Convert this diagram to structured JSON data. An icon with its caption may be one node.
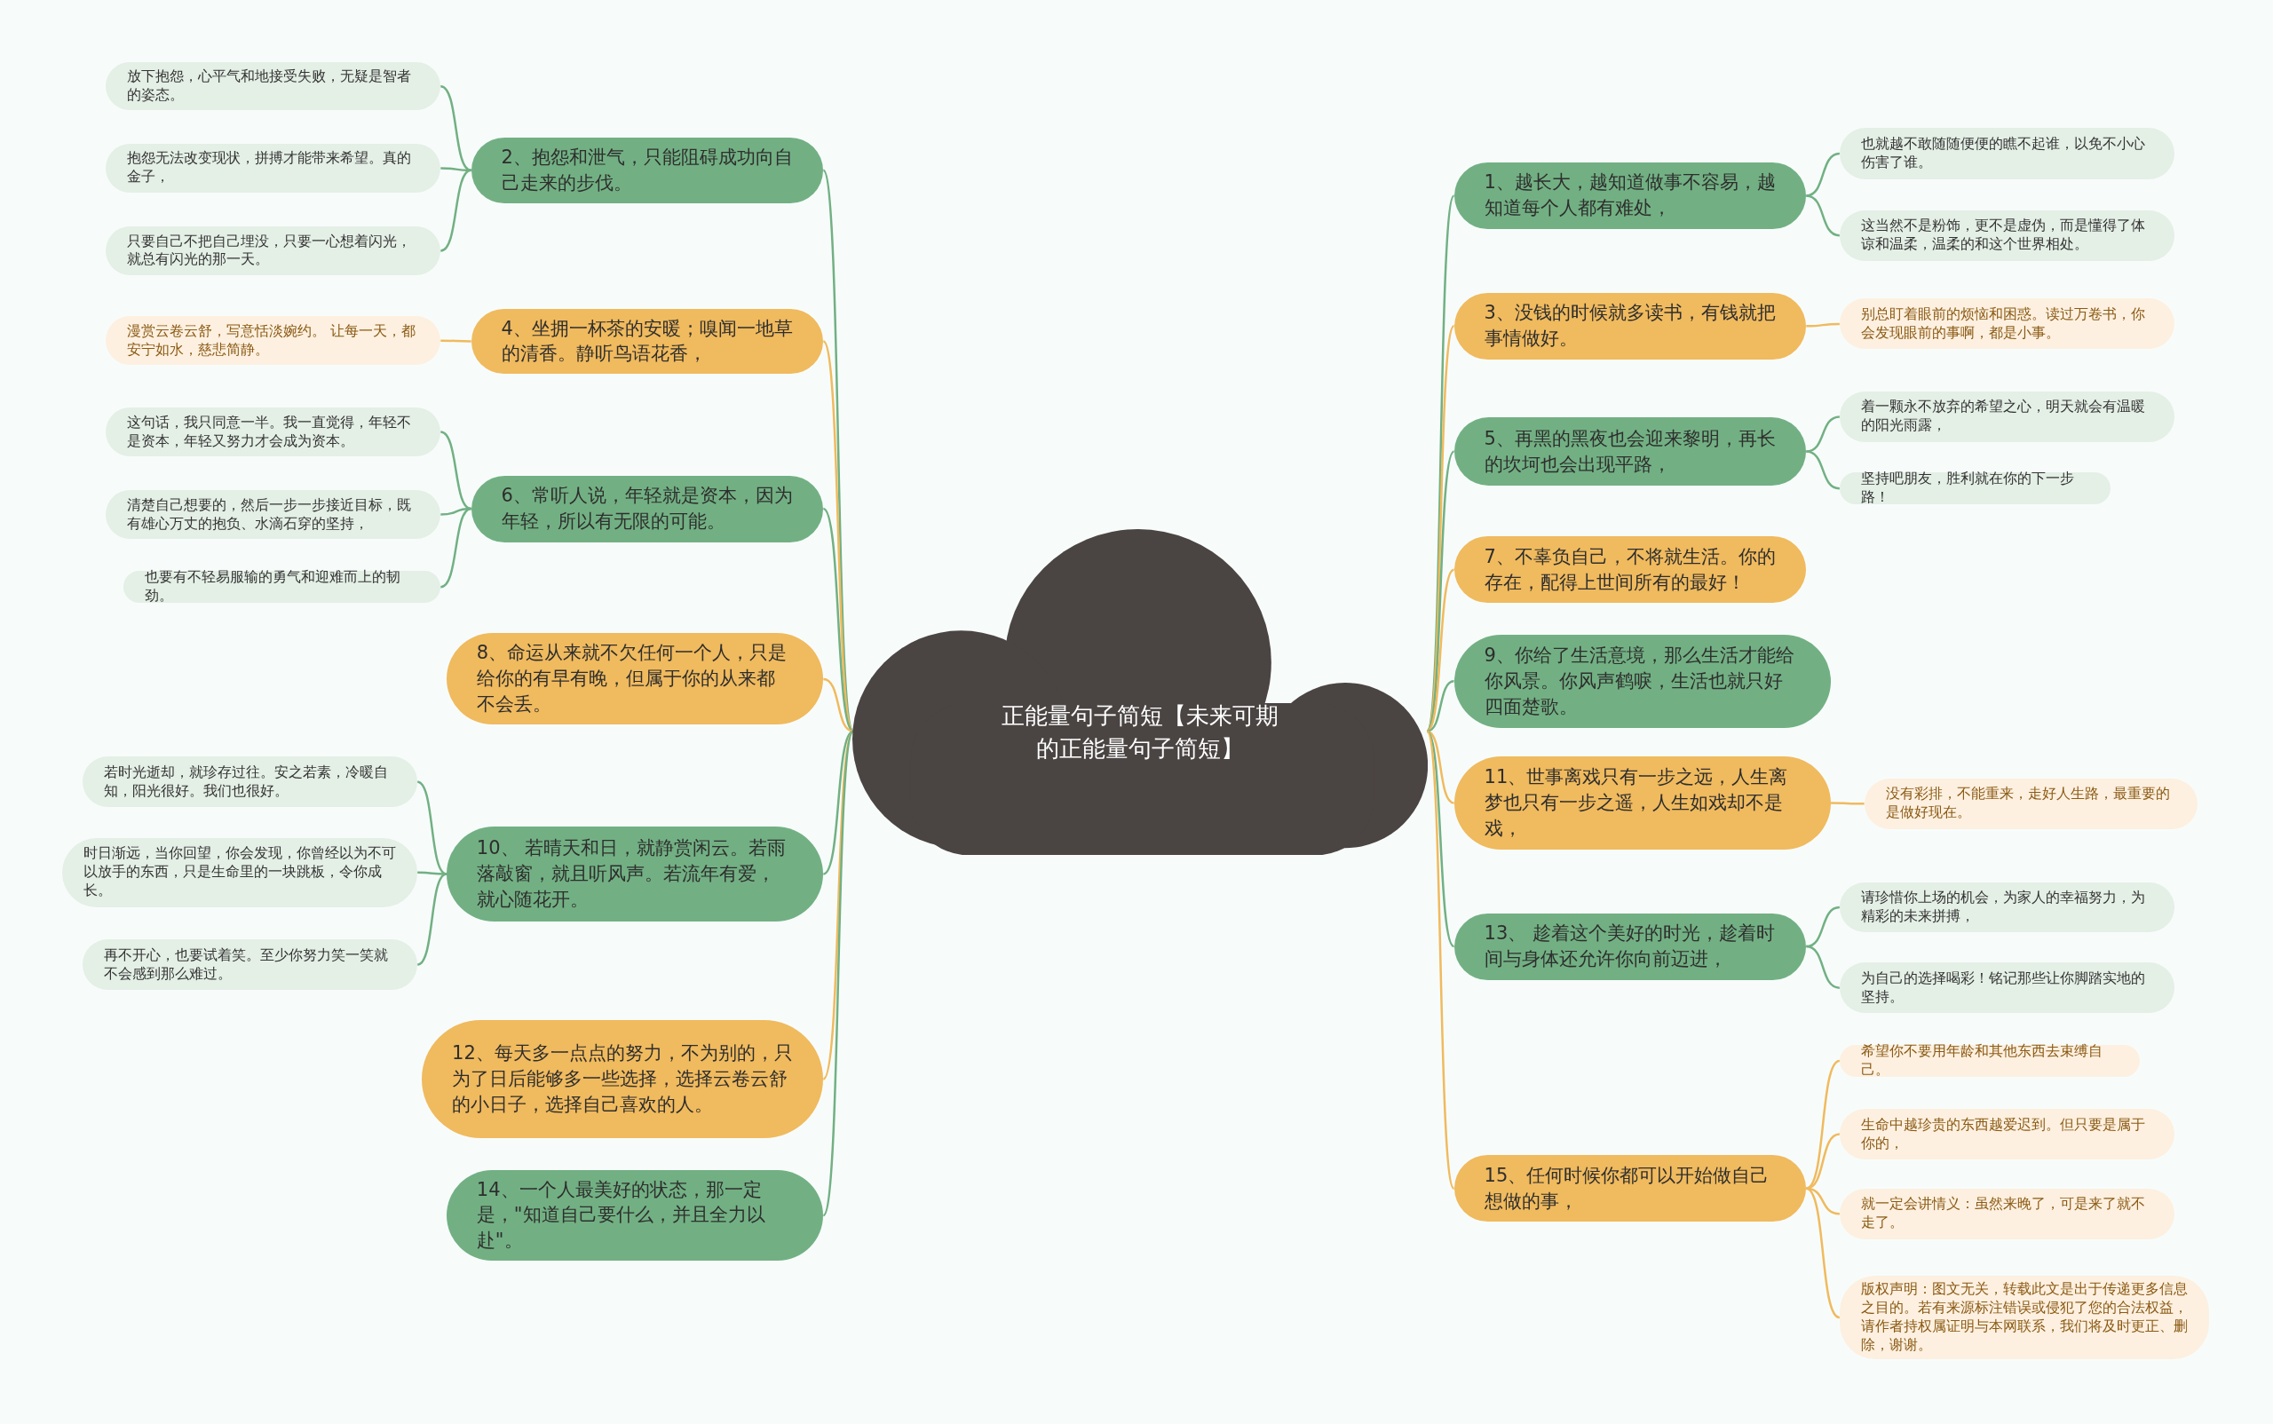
{
  "diagram": {
    "nodes": [
      {
        "text": [
          "正能量句子简短【未来可期的正能量句子简短】"
        ]
      },
      {
        "text": [
          "1、越长大，越知道做事不容易，越知道每个人都有难处，"
        ]
      },
      {
        "text": [
          "也就越不敢随随便便的瞧不起谁，以免不小心伤害了谁。"
        ]
      },
      {
        "text": [
          "这当然不是粉饰，更不是虚伪，而是懂得了体谅和温柔，温柔的和这个世界相处。"
        ]
      },
      {
        "text": [
          "2、抱怨和泄气，只能阻碍成功向自己走来的步伐。"
        ]
      },
      {
        "text": [
          "放下抱怨，心平气和地接受失败，无疑是智者的姿态。"
        ]
      },
      {
        "text": [
          "抱怨无法改变现状，拼搏才能带来希望。真的金子，"
        ]
      },
      {
        "text": [
          "只要自己不把自己埋没，只要一心想着闪光，就总有闪光的那一天。"
        ]
      },
      {
        "text": [
          "3、没钱的时候就多读书，有钱就把事情做好。"
        ]
      },
      {
        "text": [
          "别总盯着眼前的烦恼和困惑。读过万卷书，你会发现眼前的事啊，都是小事。"
        ]
      },
      {
        "text": [
          "4、坐拥一杯茶的安暖；嗅闻一地草的清香。静听鸟语花香，"
        ]
      },
      {
        "text": [
          "漫赏云卷云舒，写意恬淡婉约。 让每一天，都安宁如水，慈悲简静。"
        ]
      },
      {
        "text": [
          "5、再黑的黑夜也会迎来黎明，再长的坎坷也会出现平路，"
        ]
      },
      {
        "text": [
          "着一颗永不放弃的希望之心，明天就会有温暖的阳光雨露，"
        ]
      },
      {
        "text": [
          "坚持吧朋友，胜利就在你的下一步路！"
        ]
      },
      {
        "text": [
          "6、常听人说，年轻就是资本，因为年轻，所以有无限的可能。"
        ]
      },
      {
        "text": [
          "这句话，我只同意一半。我一直觉得，年轻不是资本，年轻又努力才会成为资本。"
        ]
      },
      {
        "text": [
          "清楚自己想要的，然后一步一步接近目标，既有雄心万丈的抱负、水滴石穿的坚持，"
        ]
      },
      {
        "text": [
          "也要有不轻易服输的勇气和迎难而上的韧劲。"
        ]
      },
      {
        "text": [
          "7、不辜负自己，不将就生活。你的存在，配得上世间所有的最好！"
        ]
      },
      {
        "text": [
          "8、命运从来就不欠任何一个人，只是给你的有早有晚，但属于你的从来都不会丢。"
        ]
      },
      {
        "text": [
          "9、你给了生活意境，那么生活才能给你风景。你风声鹤唳，生活也就只好四面楚歌。"
        ]
      },
      {
        "text": [
          "10、 若晴天和日，就静赏闲云。若雨落敲窗，就且听风声。若流年有爱，就心随花开。"
        ]
      },
      {
        "text": [
          "若时光逝却，就珍存过往。安之若素，冷暖自知，阳光很好。我们也很好。"
        ]
      },
      {
        "text": [
          "时日渐远，当你回望，你会发现，你曾经以为不可以放手的东西，只是生命里的一块跳板，令你成长。"
        ]
      },
      {
        "text": [
          "再不开心，也要试着笑。至少你努力笑一笑就不会感到那么难过。"
        ]
      },
      {
        "text": [
          "11、世事离戏只有一步之远，人生离梦也只有一步之遥，人生如戏却不是戏，"
        ]
      },
      {
        "text": [
          "没有彩排，不能重来，走好人生路，最重要的是做好现在。"
        ]
      },
      {
        "text": [
          "12、每天多一点点的努力，不为别的，只为了日后能够多一些选择，选择云卷云舒的小日子，选择自己喜欢的人。"
        ]
      },
      {
        "text": [
          "13、 趁着这个美好的时光，趁着时间与身体还允许你向前迈进，"
        ]
      },
      {
        "text": [
          "请珍惜你上场的机会，为家人的幸福努力，为精彩的未来拼搏，"
        ]
      },
      {
        "text": [
          "为自己的选择喝彩！铭记那些让你脚踏实地的坚持。"
        ]
      },
      {
        "text": [
          "14、一个人最美好的状态，那一定是，\"知道自己要什么，并且全力以赴\"。"
        ]
      },
      {
        "text": [
          "15、任何时候你都可以开始做自己想做的事，"
        ]
      },
      {
        "text": [
          "希望你不要用年龄和其他东西去束缚自己。"
        ]
      },
      {
        "text": [
          "生命中越珍贵的东西越爱迟到。但只要是属于你的，"
        ]
      },
      {
        "text": [
          "就一定会讲情义：虽然来晚了，可是来了就不走了。"
        ]
      },
      {
        "text": [
          "版权声明：图文无关，转载此文是出于传递更多信息之目的。若有来源标注错误或侵犯了您的合法权益，请作者持权属证明与本网联系，我们将及时更正、删除，谢谢。"
        ]
      }
    ],
    "edges": [
      {
        "from": 0,
        "to": 1,
        "arrow": "none"
      },
      {
        "from": 1,
        "to": 2,
        "arrow": "none"
      },
      {
        "from": 1,
        "to": 3,
        "arrow": "none"
      },
      {
        "from": 0,
        "to": 4,
        "arrow": "none"
      },
      {
        "from": 4,
        "to": 5,
        "arrow": "none"
      },
      {
        "from": 4,
        "to": 6,
        "arrow": "none"
      },
      {
        "from": 4,
        "to": 7,
        "arrow": "none"
      },
      {
        "from": 0,
        "to": 8,
        "arrow": "none",
        "color": "#f0ba5e"
      },
      {
        "from": 8,
        "to": 9,
        "arrow": "none",
        "color": "#f0ba5e"
      },
      {
        "from": 0,
        "to": 10,
        "arrow": "none",
        "color": "#f0ba5e"
      },
      {
        "from": 10,
        "to": 11,
        "arrow": "none",
        "color": "#f0ba5e"
      },
      {
        "from": 0,
        "to": 12,
        "arrow": "none"
      },
      {
        "from": 12,
        "to": 13,
        "arrow": "none"
      },
      {
        "from": 12,
        "to": 14,
        "arrow": "none"
      },
      {
        "from": 0,
        "to": 15,
        "arrow": "none"
      },
      {
        "from": 15,
        "to": 16,
        "arrow": "none"
      },
      {
        "from": 15,
        "to": 17,
        "arrow": "none"
      },
      {
        "from": 15,
        "to": 18,
        "arrow": "none"
      },
      {
        "from": 0,
        "to": 19,
        "arrow": "none",
        "color": "#f0ba5e"
      },
      {
        "from": 0,
        "to": 20,
        "arrow": "none",
        "color": "#f0ba5e"
      },
      {
        "from": 0,
        "to": 21,
        "arrow": "none"
      },
      {
        "from": 0,
        "to": 22,
        "arrow": "none"
      },
      {
        "from": 22,
        "to": 23,
        "arrow": "none"
      },
      {
        "from": 22,
        "to": 24,
        "arrow": "none"
      },
      {
        "from": 22,
        "to": 25,
        "arrow": "none"
      },
      {
        "from": 0,
        "to": 26,
        "arrow": "none",
        "color": "#f0ba5e"
      },
      {
        "from": 26,
        "to": 27,
        "arrow": "none",
        "color": "#f0ba5e"
      },
      {
        "from": 0,
        "to": 28,
        "arrow": "none",
        "color": "#f0ba5e"
      },
      {
        "from": 0,
        "to": 29,
        "arrow": "none"
      },
      {
        "from": 29,
        "to": 30,
        "arrow": "none"
      },
      {
        "from": 29,
        "to": 31,
        "arrow": "none"
      },
      {
        "from": 0,
        "to": 32,
        "arrow": "none"
      },
      {
        "from": 0,
        "to": 33,
        "arrow": "none",
        "color": "#f0ba5e"
      },
      {
        "from": 33,
        "to": 34,
        "arrow": "none",
        "color": "#f0ba5e"
      },
      {
        "from": 33,
        "to": 35,
        "arrow": "none",
        "color": "#f0ba5e"
      },
      {
        "from": 33,
        "to": 36,
        "arrow": "none",
        "color": "#f0ba5e"
      },
      {
        "from": 33,
        "to": 37,
        "arrow": "none",
        "color": "#f0ba5e"
      }
    ]
  }
}
